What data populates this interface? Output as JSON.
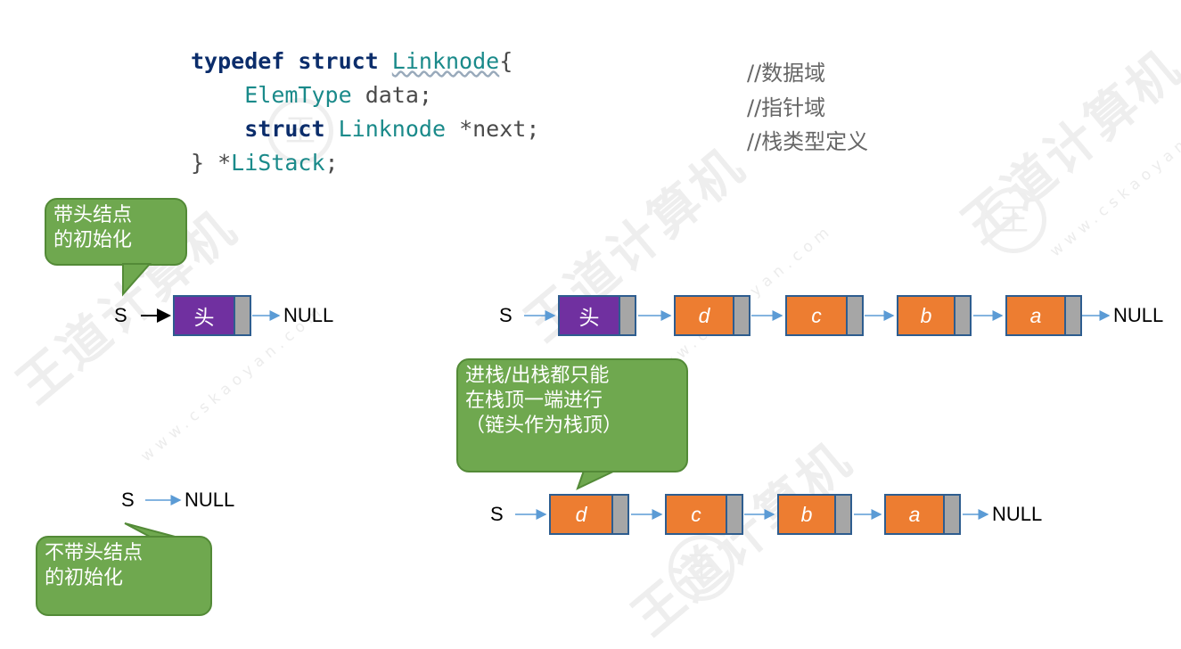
{
  "code": {
    "line1": {
      "kw1": "typedef",
      "kw2": "struct",
      "name": "Linknode",
      "brace": "{"
    },
    "line2": {
      "type": "ElemType",
      "rest": " data;",
      "comment": "//数据域"
    },
    "line3": {
      "kw": "struct",
      "type": "Linknode",
      "rest": " *next;",
      "comment": "//指针域"
    },
    "line4": {
      "prefix": "} *",
      "name": "LiStack",
      "rest": ";",
      "comment": "//栈类型定义"
    }
  },
  "callouts": {
    "head_init": [
      "带头结点",
      "的初始化"
    ],
    "no_head_init": [
      "不带头结点",
      "的初始化"
    ],
    "stack_note": [
      "进栈/出栈都只能",
      "在栈顶一端进行",
      "（链头作为栈顶）"
    ]
  },
  "labels": {
    "s": "S",
    "null": "NULL",
    "head": "头"
  },
  "lists": {
    "with_head": [
      "头",
      "d",
      "c",
      "b",
      "a"
    ],
    "without_head": [
      "d",
      "c",
      "b",
      "a"
    ],
    "init_with_head": [
      "头"
    ]
  },
  "colors": {
    "node_fill": "#ed7d31",
    "head_fill": "#7030a0",
    "pointer_fill": "#a6a6a6",
    "callout_fill": "#6fa84f",
    "arrow": "#5b9bd5"
  }
}
